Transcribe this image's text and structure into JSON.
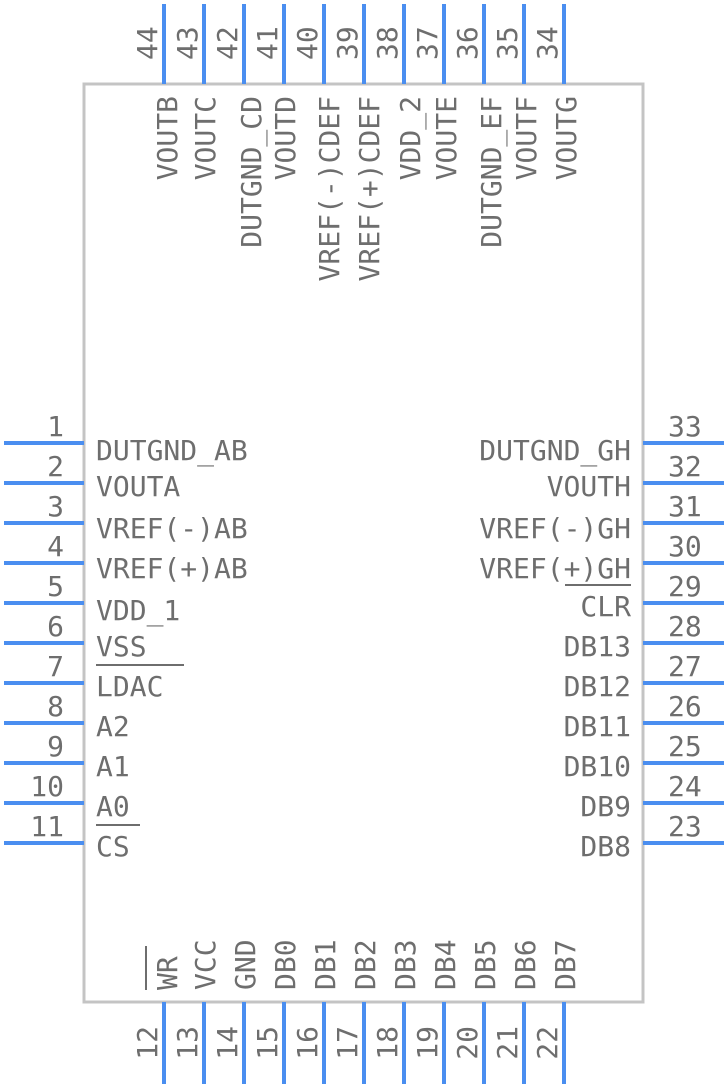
{
  "component": {
    "pins_left": [
      {
        "number": "1",
        "name": "DUTGND_AB"
      },
      {
        "number": "2",
        "name": "VOUTA"
      },
      {
        "number": "3",
        "name": "VREF(-)AB"
      },
      {
        "number": "4",
        "name": "VREF(+)AB"
      },
      {
        "number": "5",
        "name": "VDD_1"
      },
      {
        "number": "6",
        "name": "VSS"
      },
      {
        "number": "7",
        "name": "LDAC",
        "overbar": true
      },
      {
        "number": "8",
        "name": "A2"
      },
      {
        "number": "9",
        "name": "A1"
      },
      {
        "number": "10",
        "name": "A0"
      },
      {
        "number": "11",
        "name": "CS",
        "overbar": true
      }
    ],
    "pins_bottom": [
      {
        "number": "12",
        "name": "WR",
        "overbar": true
      },
      {
        "number": "13",
        "name": "VCC"
      },
      {
        "number": "14",
        "name": "GND"
      },
      {
        "number": "15",
        "name": "DB0"
      },
      {
        "number": "16",
        "name": "DB1"
      },
      {
        "number": "17",
        "name": "DB2"
      },
      {
        "number": "18",
        "name": "DB3"
      },
      {
        "number": "19",
        "name": "DB4"
      },
      {
        "number": "20",
        "name": "DB5"
      },
      {
        "number": "21",
        "name": "DB6"
      },
      {
        "number": "22",
        "name": "DB7"
      }
    ],
    "pins_right": [
      {
        "number": "33",
        "name": "DUTGND_GH"
      },
      {
        "number": "32",
        "name": "VOUTH"
      },
      {
        "number": "31",
        "name": "VREF(-)GH"
      },
      {
        "number": "30",
        "name": "VREF(+)GH"
      },
      {
        "number": "29",
        "name": "CLR",
        "overbar": true
      },
      {
        "number": "28",
        "name": "DB13"
      },
      {
        "number": "27",
        "name": "DB12"
      },
      {
        "number": "26",
        "name": "DB11"
      },
      {
        "number": "25",
        "name": "DB10"
      },
      {
        "number": "24",
        "name": "DB9"
      },
      {
        "number": "23",
        "name": "DB8"
      }
    ],
    "pins_top": [
      {
        "number": "44",
        "name": "VOUTB"
      },
      {
        "number": "43",
        "name": "VOUTC"
      },
      {
        "number": "42",
        "name": "DUTGND_CD"
      },
      {
        "number": "41",
        "name": "VOUTD"
      },
      {
        "number": "40",
        "name": "VREF(-)CDEF"
      },
      {
        "number": "39",
        "name": "VREF(+)CDEF"
      },
      {
        "number": "38",
        "name": "VDD_2"
      },
      {
        "number": "37",
        "name": "VOUTE"
      },
      {
        "number": "36",
        "name": "DUTGND_EF"
      },
      {
        "number": "35",
        "name": "VOUTF"
      },
      {
        "number": "34",
        "name": "VOUTG"
      }
    ],
    "colors": {
      "pin": "#4a8ef0",
      "body_outline": "#c4c4c4",
      "text": "#6e6e6e"
    }
  }
}
